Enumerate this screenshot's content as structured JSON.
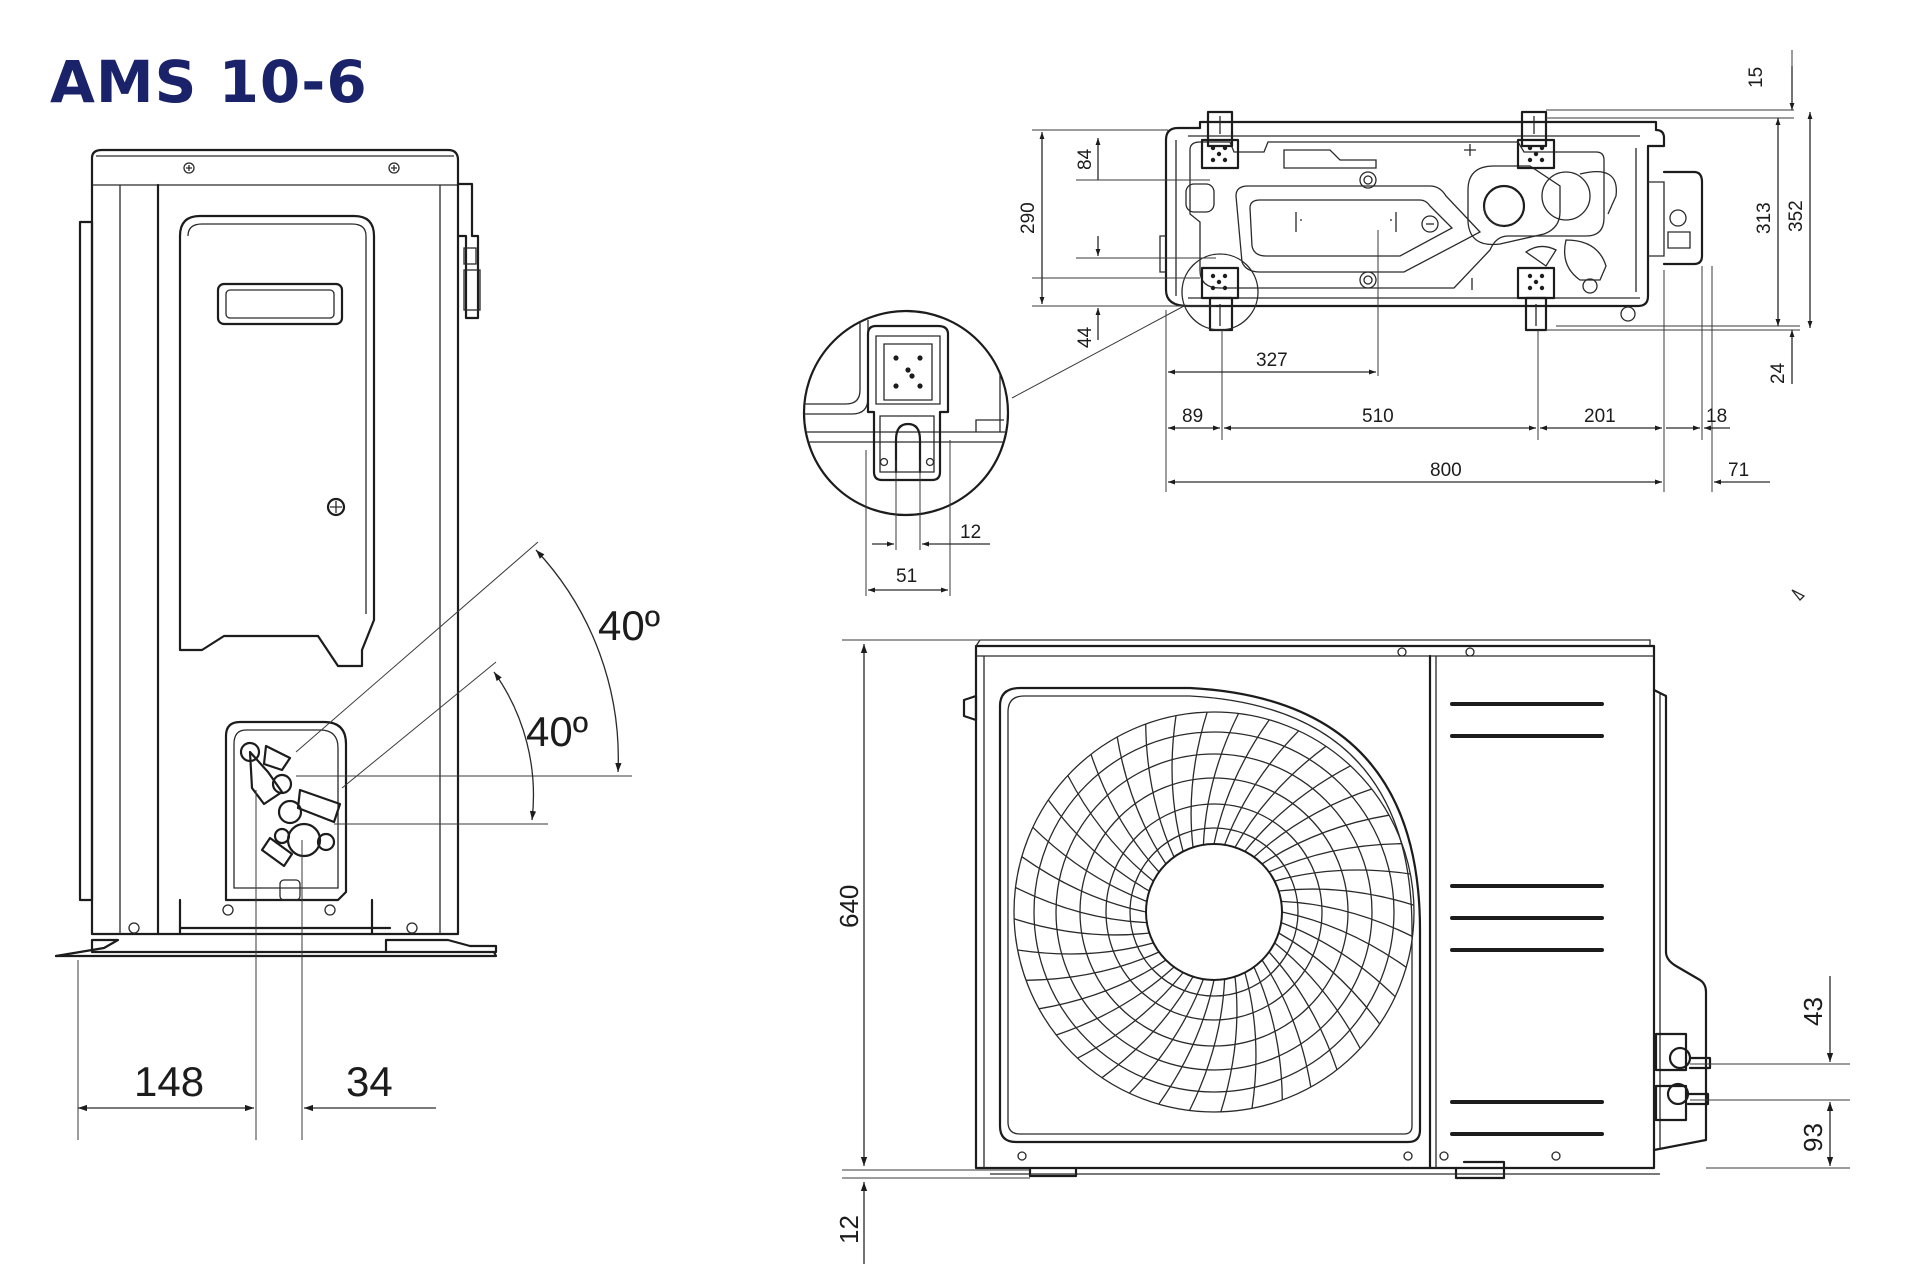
{
  "title": "AMS 10-6",
  "colors": {
    "title": "#1a2369",
    "line": "#1c1c1c",
    "background": "#ffffff"
  },
  "side_view": {
    "angle_upper": "40º",
    "angle_lower": "40º",
    "dim_148": "148",
    "dim_34": "34"
  },
  "top_view": {
    "dim_15": "15",
    "dim_84": "84",
    "dim_290": "290",
    "dim_313": "313",
    "dim_352": "352",
    "dim_44": "44",
    "dim_24": "24",
    "dim_327": "327",
    "dim_89": "89",
    "dim_510": "510",
    "dim_201": "201",
    "dim_18": "18",
    "dim_800": "800",
    "dim_71": "71"
  },
  "detail_view": {
    "dim_12": "12",
    "dim_51": "51"
  },
  "front_view": {
    "dim_640": "640",
    "dim_12": "12",
    "dim_43": "43",
    "dim_93": "93"
  }
}
